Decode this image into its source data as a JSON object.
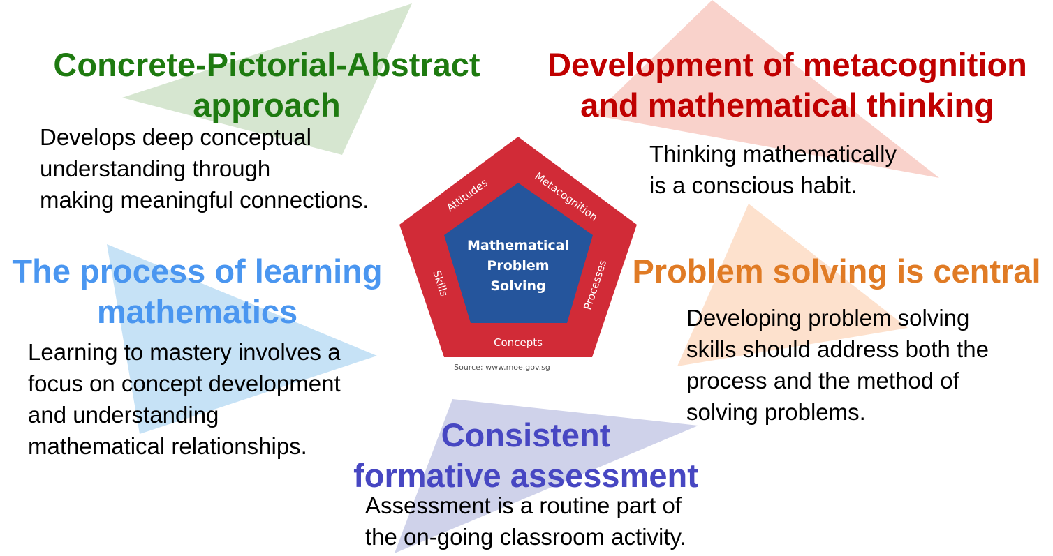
{
  "colors": {
    "green_title": "#1e7a10",
    "red_title": "#c00000",
    "orange_title": "#e07b25",
    "blue_title": "#4a96f0",
    "purple_title": "#4747c2",
    "green_tri": "#d6e6d0",
    "red_tri": "#f9d2cb",
    "orange_tri": "#fde1cd",
    "blue_tri": "#c6e2f6",
    "purple_tri": "#cfd2ea",
    "pentagon_outer": "#d12b37",
    "pentagon_inner": "#25559c"
  },
  "pentagon": {
    "center_lines": [
      "Mathematical",
      "Problem",
      "Solving"
    ],
    "labels": {
      "attitudes": "Attitudes",
      "metacognition": "Metacognition",
      "skills": "Skills",
      "processes": "Processes",
      "concepts": "Concepts"
    },
    "source": "Source: www.moe.gov.sg"
  },
  "sections": {
    "cpa": {
      "title_lines": [
        "Concrete-Pictorial-Abstract",
        "approach"
      ],
      "body_lines": [
        "Develops deep conceptual",
        "understanding through",
        "making meaningful connections."
      ]
    },
    "metacognition": {
      "title_lines": [
        "Development of metacognition",
        "and mathematical thinking"
      ],
      "body_lines": [
        "Thinking mathematically",
        "is a conscious habit."
      ]
    },
    "problem_solving": {
      "title_lines": [
        "Problem solving is central"
      ],
      "body_lines": [
        "Developing problem solving",
        "skills should address both the",
        "process and the method of",
        "solving problems."
      ]
    },
    "learning": {
      "title_lines": [
        "The process of learning",
        "mathematics"
      ],
      "body_lines": [
        "Learning to mastery involves a",
        "focus on concept development",
        "and understanding",
        "mathematical relationships."
      ]
    },
    "assessment": {
      "title_lines": [
        "Consistent",
        "formative assessment"
      ],
      "body_lines": [
        "Assessment is a routine part of",
        "the on-going classroom activity."
      ]
    }
  }
}
